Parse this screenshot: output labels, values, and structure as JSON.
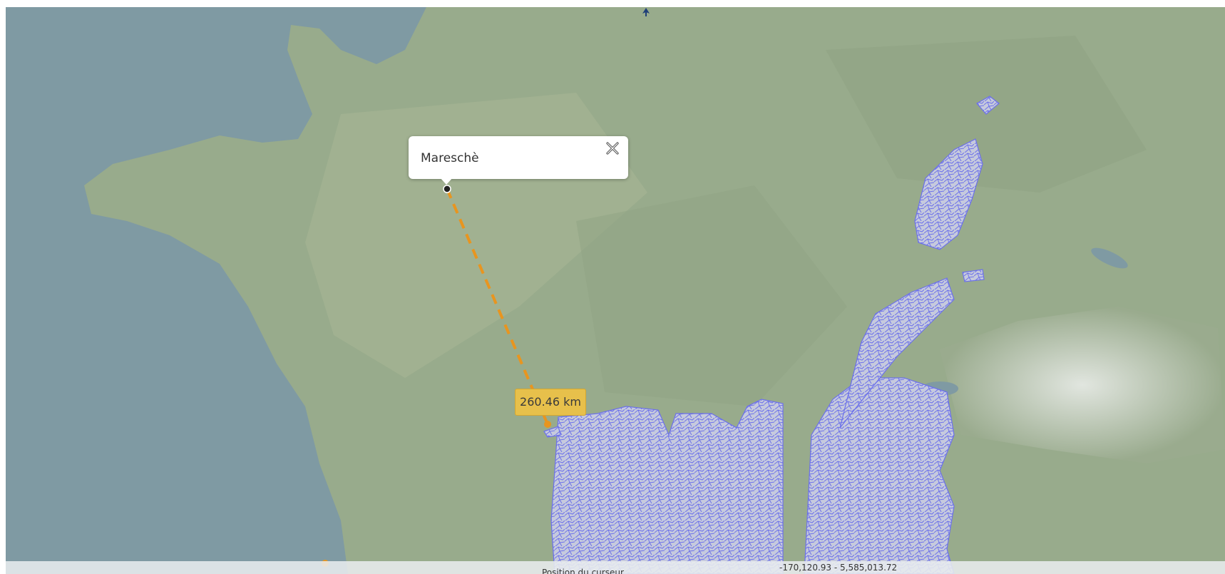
{
  "map": {
    "north_icon": "north-arrow-icon",
    "popup": {
      "title": "Mareschè",
      "close_icon": "close-icon"
    },
    "measure": {
      "distance_label": "260.46 km",
      "line_color": "#e8951f"
    },
    "layer_color": "#6a6ef0",
    "status_bar": {
      "position_label": "Position du curseur",
      "coordinates": "-170,120.93 - 5,585,013.72"
    }
  }
}
